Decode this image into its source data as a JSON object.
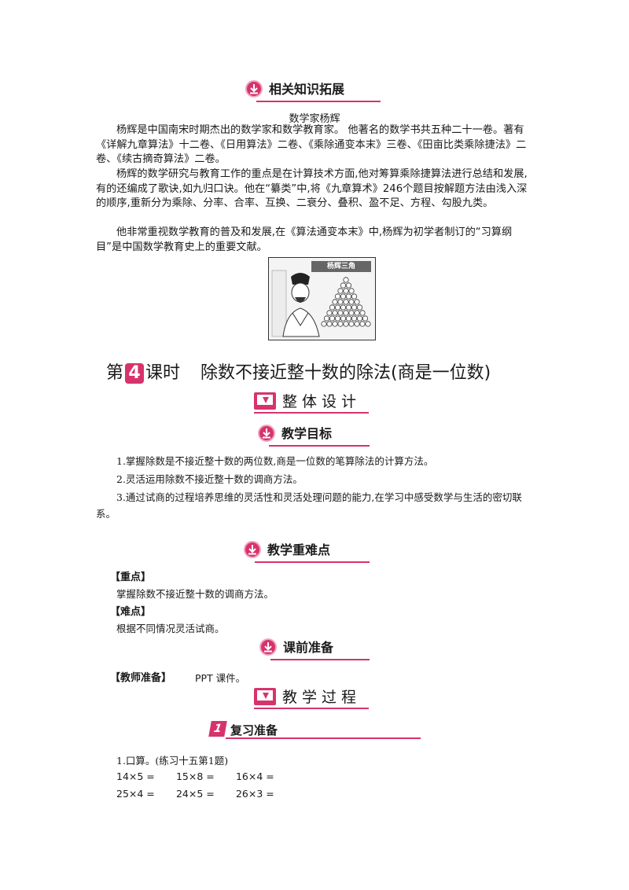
{
  "extension": {
    "header": "相关知识拓展",
    "title": "数学家杨辉",
    "p1": "杨辉是中国南宋时期杰出的数学家和数学教育家。 他著名的数学书共五种二十一卷。著有《详解九章算法》十二卷、《日用算法》二卷、《乘除通变本末》三卷、《田亩比类乘除捷法》二卷、《续古摘奇算法》二卷。",
    "p2": "杨辉的数学研究与教育工作的重点是在计算技术方面,他对筹算乘除捷算法进行总结和发展,有的还编成了歌诀,如九归口诀。他在“纂类”中,将《九章算术》246个题目按解题方法由浅入深的顺序,重新分为乘除、分率、合率、互换、二衰分、叠积、盈不足、方程、勾股九类。",
    "p3": "他非常重视数学教育的普及和发展,在《算法通变本末》中,杨辉为初学者制订的“习算纲目”是中国数学教育史上的重要文献。",
    "image_caption": "杨辉三角"
  },
  "lesson": {
    "prefix": "第",
    "number": "4",
    "suffix": "课时",
    "title": "除数不接近整十数的除法(商是一位数)"
  },
  "overall": {
    "header": "整体设计"
  },
  "goals": {
    "header": "教学目标",
    "items": [
      "1.掌握除数是不接近整十数的两位数,商是一位数的笔算除法的计算方法。",
      "2.灵活运用除数不接近整十数的调商方法。",
      "3.通过试商的过程培养思维的灵活性和灵活处理问题的能力,在学习中感受数学与生活的密切联系。"
    ]
  },
  "keypoints": {
    "header": "教学重难点",
    "key_label": "【重点】",
    "key_text": "掌握除数不接近整十数的调商方法。",
    "hard_label": "【难点】",
    "hard_text": "根据不同情况灵活试商。"
  },
  "prep": {
    "header": "课前准备",
    "teacher_label": "【教师准备】",
    "teacher_text": "PPT 课件。"
  },
  "process": {
    "header": "教学过程"
  },
  "step1": {
    "number": "1",
    "label": "复习准备",
    "item": "1.口算。(练习十五第1题)",
    "rows": [
      [
        "14×5  =",
        "15×8  =",
        "16×4  ="
      ],
      [
        "25×4  =",
        "24×5  =",
        "26×3  ="
      ]
    ]
  }
}
